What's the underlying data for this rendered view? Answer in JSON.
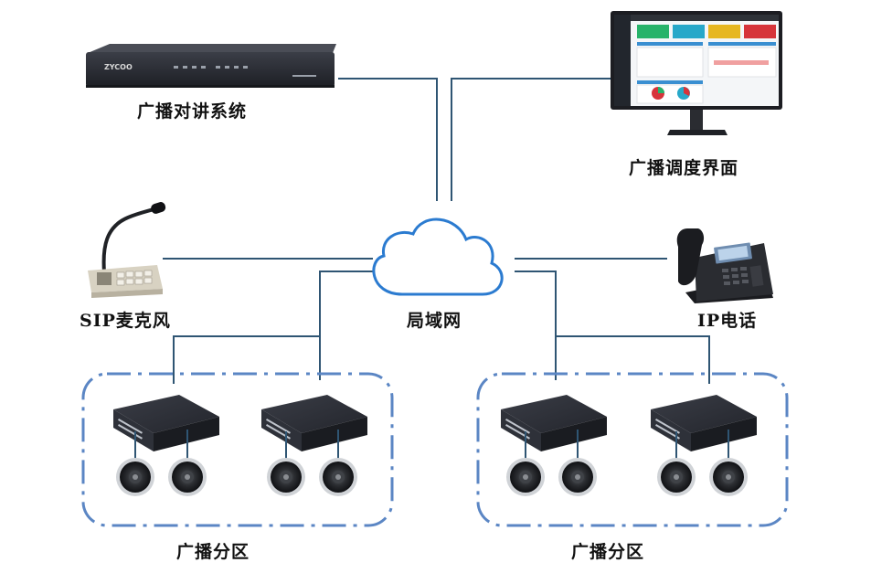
{
  "labels": {
    "pa_system": "广播对讲系统",
    "dispatch_ui": "广播调度界面",
    "sip_mic": "SIP麦克风",
    "lan": "局域网",
    "ip_phone": "IP电话",
    "zone_left": "广播分区",
    "zone_right": "广播分区"
  },
  "device_text": {
    "brand": "ZYCOO"
  },
  "colors": {
    "line": "#2f5573",
    "zone_border": "#5b86c4",
    "cloud_stroke": "#2b7bd0",
    "device_dark": "#2a2d36",
    "screen_green": "#27b36a",
    "screen_cyan": "#27a8c9",
    "screen_yellow": "#e6b722",
    "screen_red": "#d6343a"
  },
  "icons": {
    "server": "rack-server-icon",
    "monitor": "monitor-icon",
    "microphone": "gooseneck-microphone-icon",
    "phone": "ip-phone-icon",
    "cloud": "cloud-icon",
    "amplifier": "network-amplifier-icon",
    "speaker": "ceiling-speaker-icon"
  }
}
